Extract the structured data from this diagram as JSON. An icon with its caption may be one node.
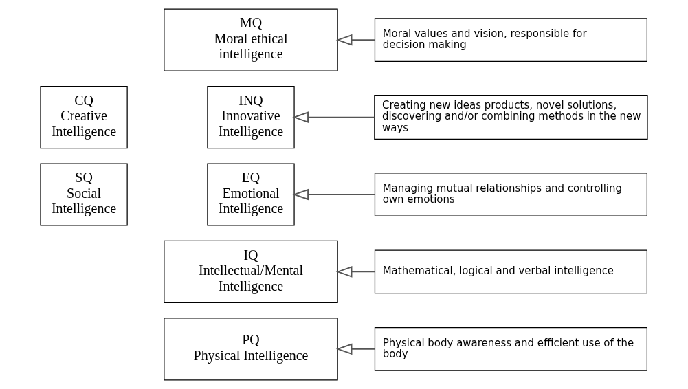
{
  "diagram": {
    "nodes": [
      {
        "text": [
          "MQ",
          "Moral ethical intelligence"
        ]
      },
      {
        "text": [
          "CQ",
          "Creative Intelligence"
        ]
      },
      {
        "text": [
          "INQ",
          "Innovative Intelligence"
        ]
      },
      {
        "text": [
          "SQ",
          "Social Intelligence"
        ]
      },
      {
        "text": [
          "EQ",
          "Emotional Intelligence"
        ]
      },
      {
        "text": [
          "IQ",
          "Intellectual/Mental Intelligence"
        ]
      },
      {
        "text": [
          "PQ",
          "Physical Intelligence"
        ]
      },
      {
        "text": [
          "Moral values and vision, responsible for decision making"
        ]
      },
      {
        "text": [
          "Creating new ideas products, novel solutions, discovering and/or combining methods in the new ways"
        ]
      },
      {
        "text": [
          "Managing mutual relationships and controlling own emotions"
        ]
      },
      {
        "text": [
          "Mathematical, logical and verbal intelligence"
        ]
      },
      {
        "text": [
          "Physical body awareness and efficient use of the body"
        ]
      }
    ],
    "edges": [
      {
        "from": 7,
        "to": 0,
        "arrow": "to"
      },
      {
        "from": 8,
        "to": 2,
        "arrow": "to"
      },
      {
        "from": 9,
        "to": 4,
        "arrow": "to"
      },
      {
        "from": 10,
        "to": 5,
        "arrow": "to"
      },
      {
        "from": 11,
        "to": 6,
        "arrow": "to"
      }
    ]
  }
}
